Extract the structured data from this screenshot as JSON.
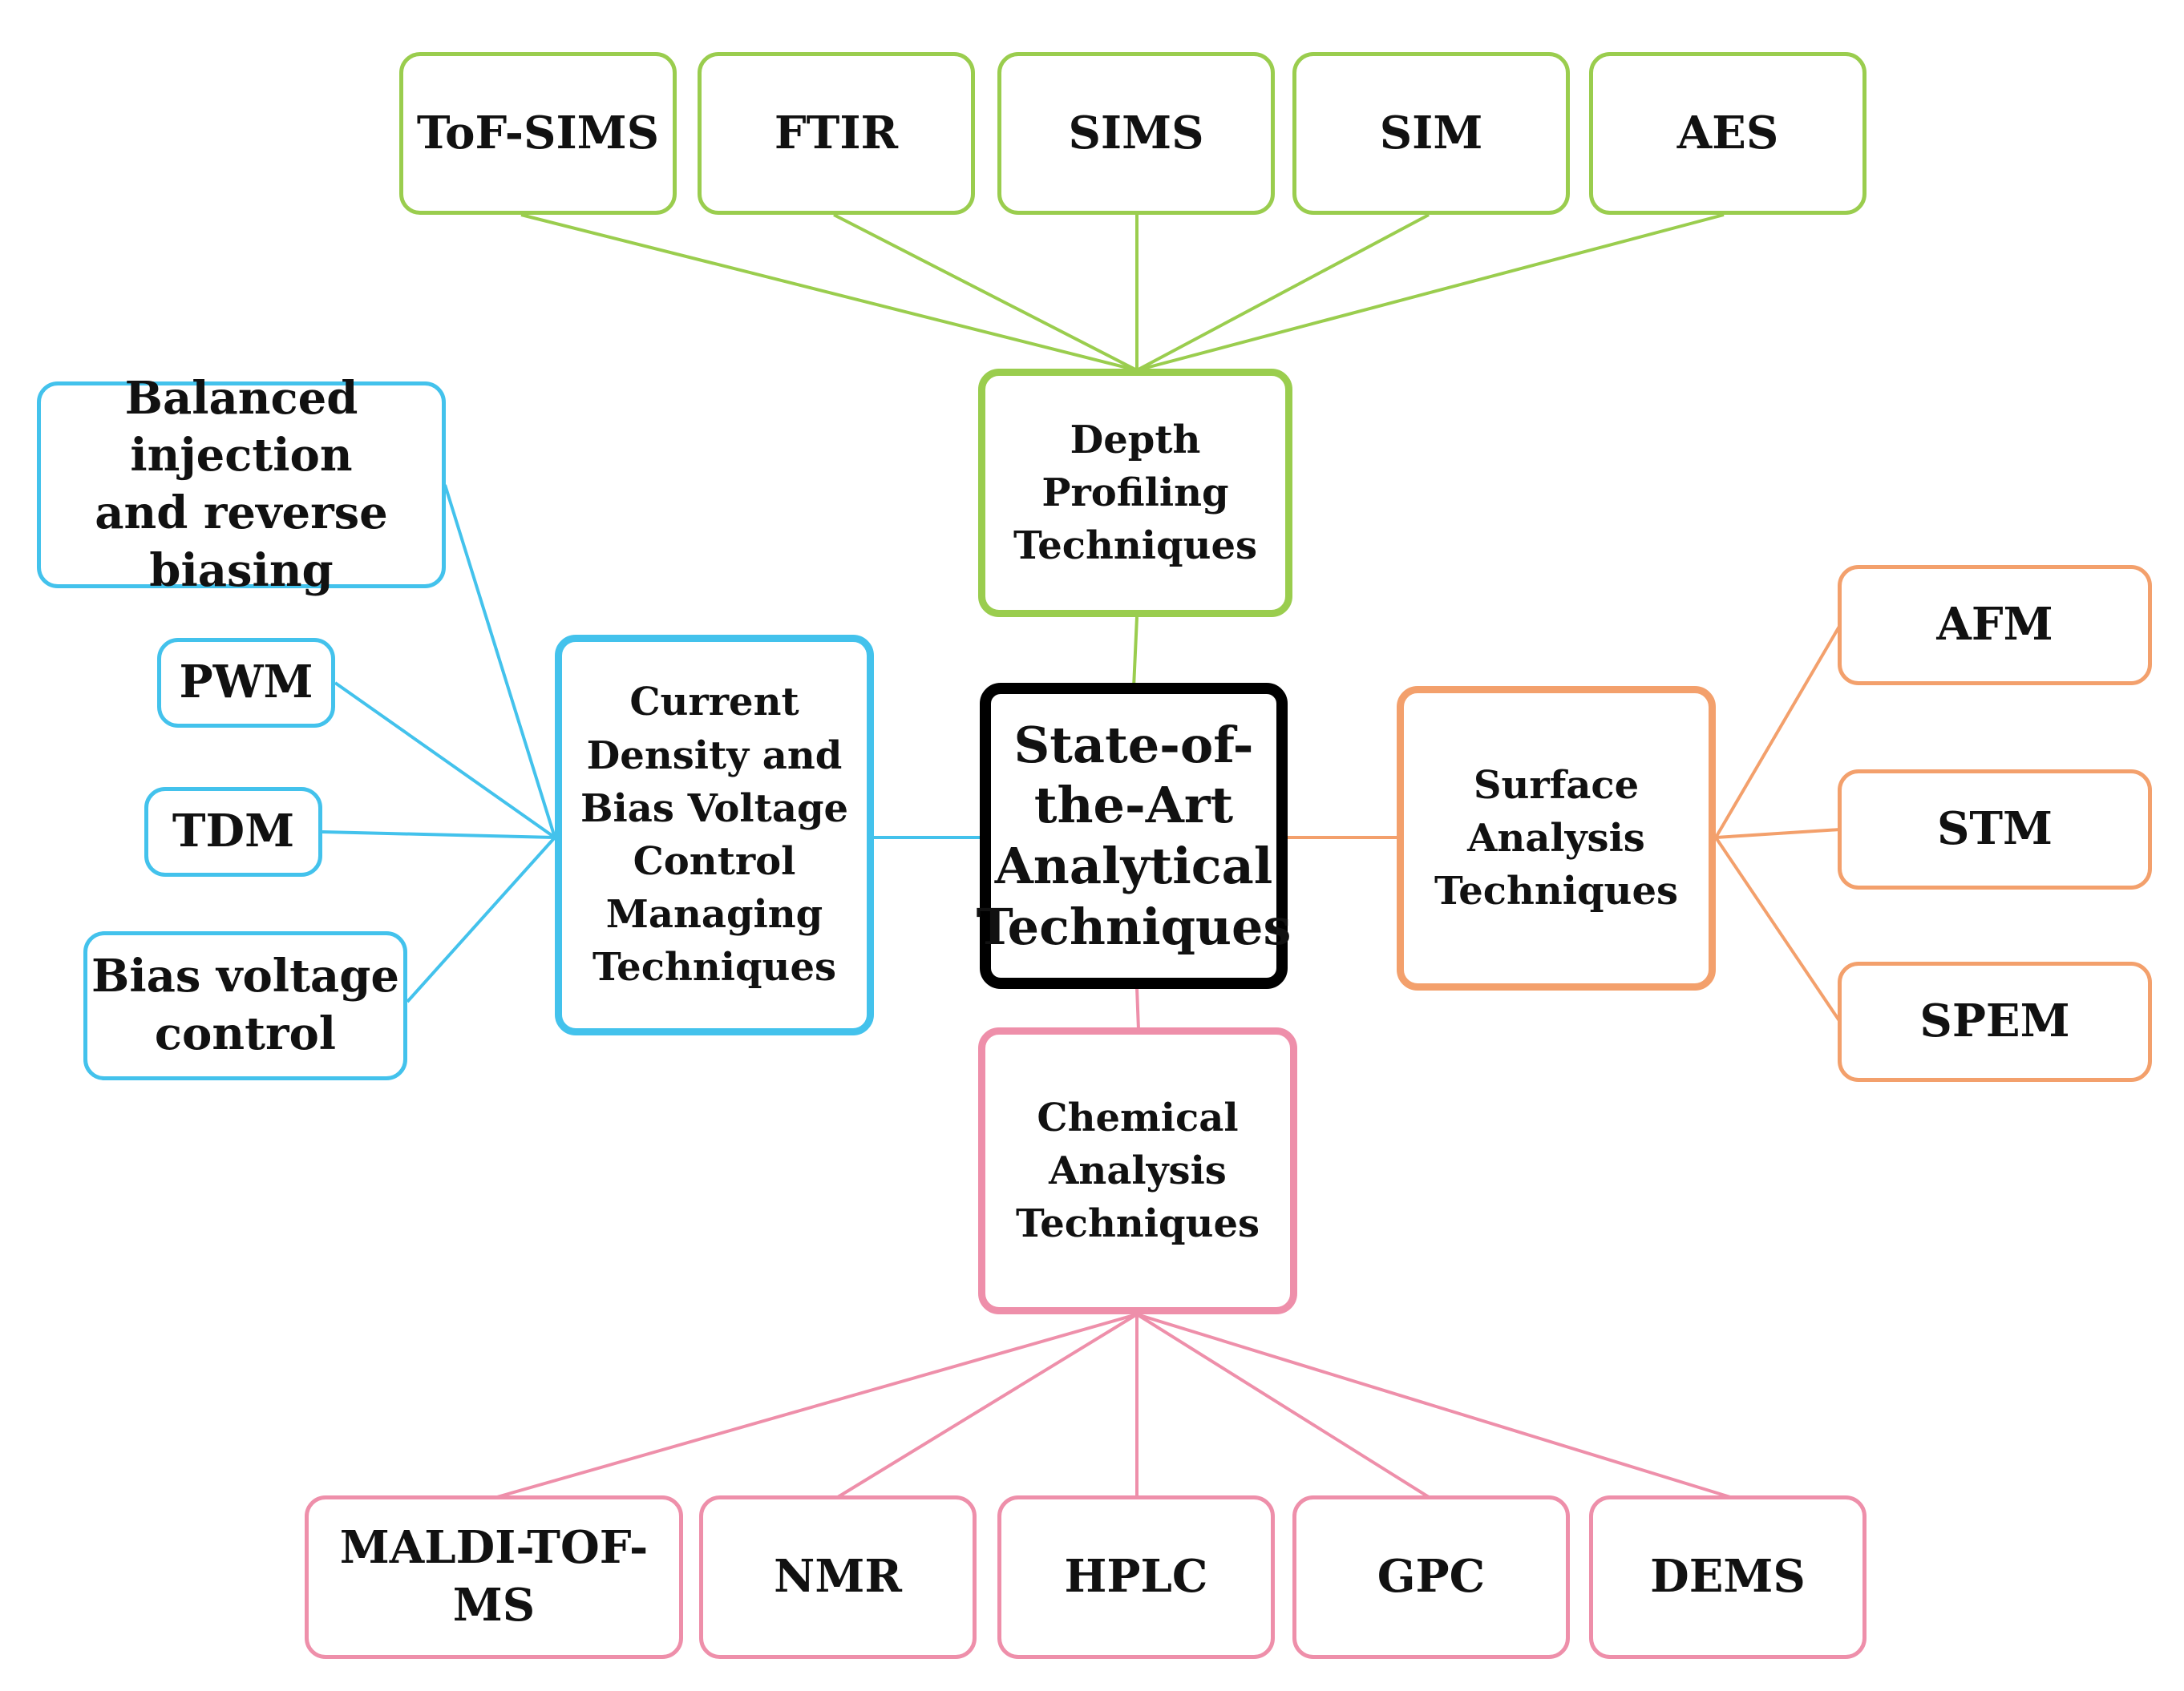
{
  "center": {
    "label": "State-of-\nthe-Art\nAnalytical\nTechniques"
  },
  "categories": {
    "depth": {
      "label": "Depth Profiling\nTechniques",
      "color": "#9ACD4E"
    },
    "current": {
      "label": "Current\nDensity and\nBias Voltage\nControl\nManaging\nTechniques",
      "color": "#43C2EC"
    },
    "surface": {
      "label": "Surface\nAnalysis\nTechniques",
      "color": "#F3A06C"
    },
    "chemical": {
      "label": "Chemical\nAnalysis\nTechniques",
      "color": "#EE8FAA"
    }
  },
  "depth_items": [
    "ToF-SIMS",
    "FTIR",
    "SIMS",
    "SIM",
    "AES"
  ],
  "current_items": [
    "Balanced injection\nand reverse\nbiasing",
    "PWM",
    "TDM",
    "Bias voltage\ncontrol"
  ],
  "surface_items": [
    "AFM",
    "STM",
    "SPEM"
  ],
  "chemical_items": [
    "MALDI-TOF-\nMS",
    "NMR",
    "HPLC",
    "GPC",
    "DEMS"
  ]
}
